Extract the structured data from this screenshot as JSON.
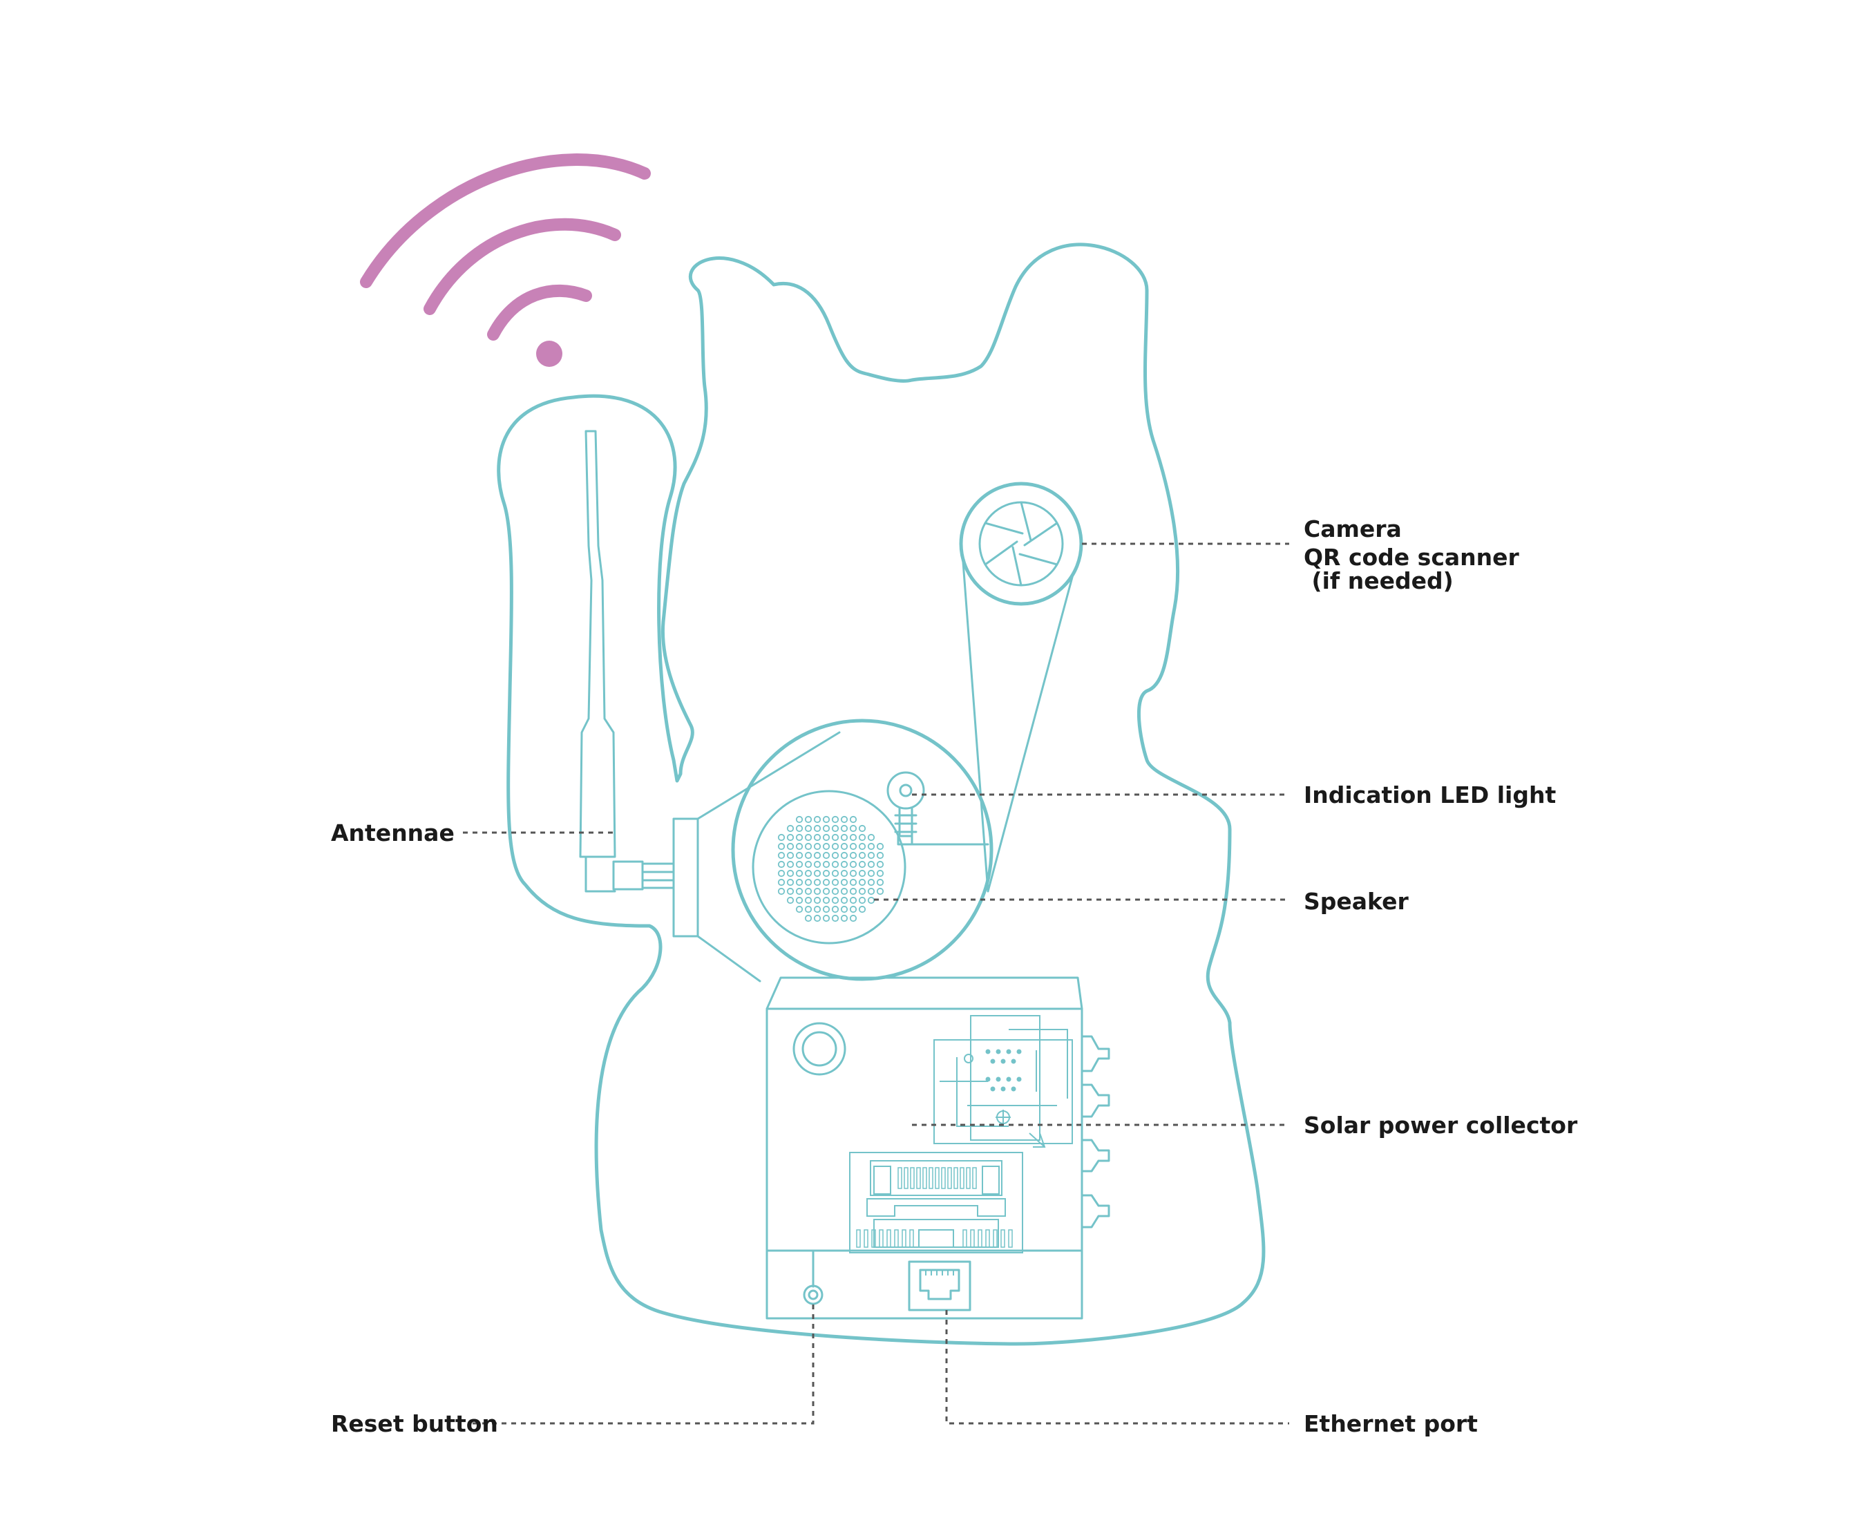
{
  "colors": {
    "outline": "#74c3c9",
    "signal": "#c882b7",
    "leader": "#555555",
    "text": "#1a1a1a"
  },
  "icons": {
    "wireless": "wifi-signal-icon",
    "camera": "camera-aperture-icon",
    "led": "led-bulb-icon",
    "reset": "reset-button-icon",
    "ethernet": "ethernet-port-icon"
  },
  "labels": {
    "camera": "Camera",
    "qr": "QR code scanner",
    "if_needed": " (if needed)",
    "led": "Indication LED light",
    "antennae": "Antennae",
    "speaker": "Speaker",
    "solar": "Solar power collector",
    "reset": "Reset button",
    "ethernet": "Ethernet port"
  }
}
